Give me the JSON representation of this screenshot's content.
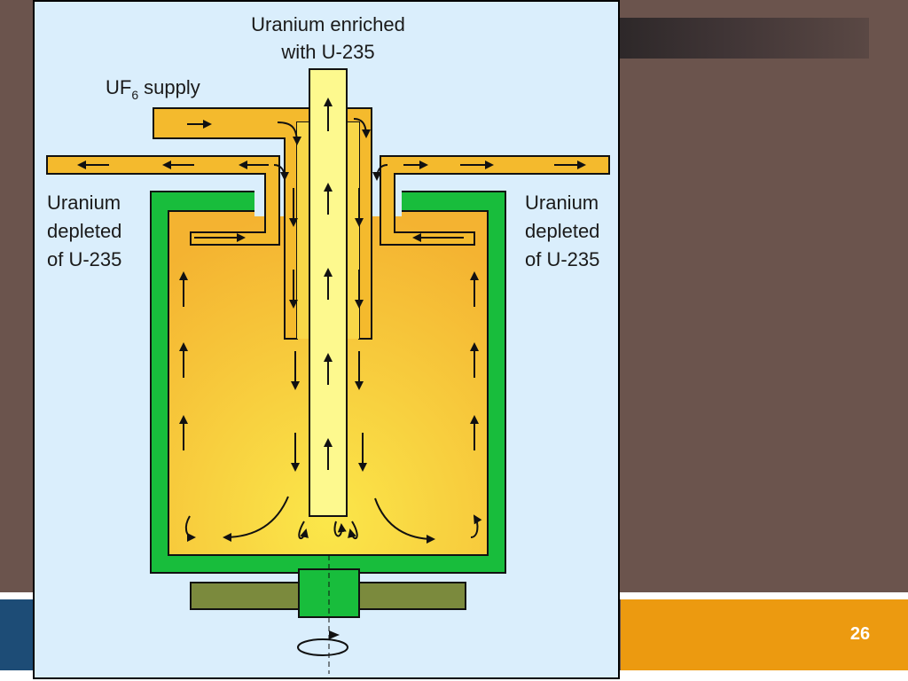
{
  "slide": {
    "number": "26"
  },
  "diagram": {
    "enriched_label": [
      "Uranium enriched",
      "with U-235"
    ],
    "supply_label": {
      "prefix": "UF",
      "subscript": "6",
      "suffix": "supply"
    },
    "depleted_left": [
      "Uranium",
      "depleted",
      "of U-235"
    ],
    "depleted_right": [
      "Uranium",
      "depleted",
      "of U-235"
    ],
    "colors": {
      "background": "#daeefc",
      "casing": "#18bd3c",
      "pipe": "#f4ba2d",
      "chamber": "#f5c73a",
      "center_tube": "#fdf98e",
      "base_plate": "#7b8a3d"
    }
  }
}
